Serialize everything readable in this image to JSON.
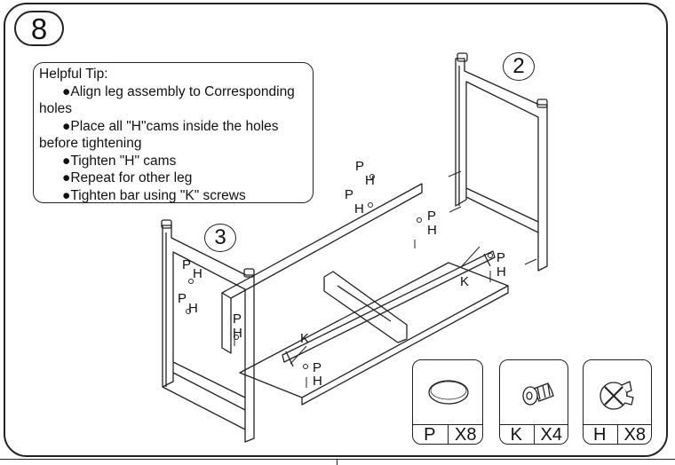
{
  "step": {
    "number": "8"
  },
  "tip": {
    "title": "Helpful Tip:",
    "lines": [
      "●Align leg assembly to Corresponding",
      "holes",
      "●Place all \"H\"cams inside the holes",
      "before tightening",
      "●Tighten \"H\" cams",
      "●Repeat for other leg",
      "●Tighten bar using \"K\" screws"
    ]
  },
  "callouts": {
    "right_leg": "2",
    "left_leg": "3"
  },
  "drawing_labels": {
    "p": "P",
    "h": "H",
    "k": "K"
  },
  "hardware": [
    {
      "letter": "P",
      "qty": "X8",
      "icon": "cam-bolt-disc-icon"
    },
    {
      "letter": "K",
      "qty": "X4",
      "icon": "k-screw-icon"
    },
    {
      "letter": "H",
      "qty": "X8",
      "icon": "h-cam-lock-icon"
    }
  ],
  "colors": {
    "line": "#222222",
    "background": "#ffffff"
  }
}
